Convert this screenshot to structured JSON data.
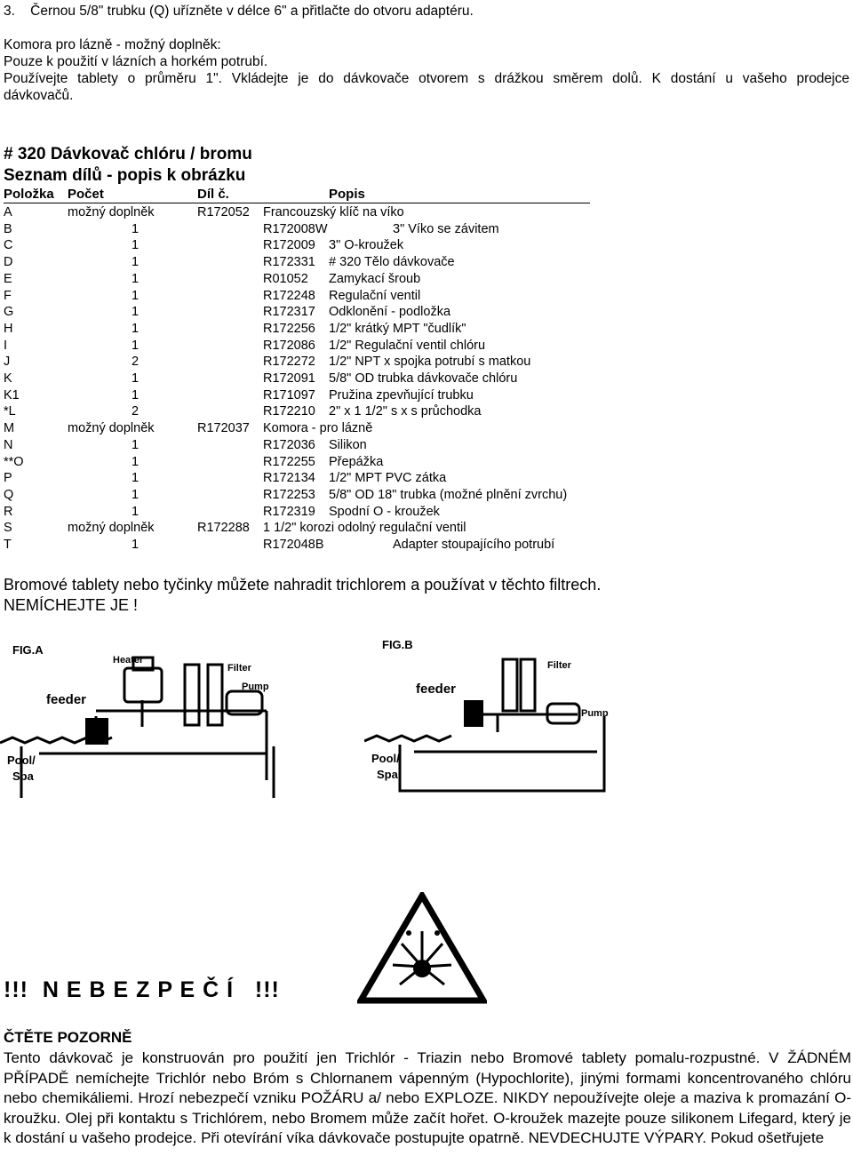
{
  "intro": {
    "step3": "3.    Černou 5/8\" trubku (Q) uřízněte v délce 6\" a přitlačte do otvoru adaptéru.",
    "spa_line1": "Komora pro lázně - možný doplněk:",
    "spa_line2": "Pouze k použití v lázních a horkém potrubí.",
    "spa_line3": "Používejte tablety o průměru 1\". Vkládejte je do dávkovače otvorem s drážkou směrem dolů. K dostání u vašeho prodejce",
    "spa_line4": "dávkovačů."
  },
  "title1": "# 320  Dávkovač chlóru / bromu",
  "title2": "Seznam dílů - popis k obrázku",
  "table": {
    "headers": {
      "item": "Položka",
      "qty": "Počet",
      "part": "Díl č.",
      "desc": "Popis"
    },
    "rows": [
      {
        "item": "A",
        "qty": "možný doplněk",
        "part": "R172052",
        "desc": "Francouzský klíč na víko",
        "opt": true
      },
      {
        "item": "B",
        "qty": "1",
        "part": "R172008W",
        "desc": "3\" Víko se závitem",
        "wide": true
      },
      {
        "item": "C",
        "qty": "1",
        "part": "R172009",
        "desc": "3\" O-kroužek"
      },
      {
        "item": "D",
        "qty": "1",
        "part": "R172331",
        "desc": "# 320 Tělo dávkovače"
      },
      {
        "item": "E",
        "qty": "1",
        "part": "R01052",
        "desc": "Zamykací šroub"
      },
      {
        "item": "F",
        "qty": "1",
        "part": "R172248",
        "desc": "Regulační ventil"
      },
      {
        "item": "G",
        "qty": "1",
        "part": "R172317",
        "desc": "Odklonění - podložka"
      },
      {
        "item": "H",
        "qty": "1",
        "part": "R172256",
        "desc": "1/2\" krátký MPT \"čudlík\""
      },
      {
        "item": "I",
        "qty": "1",
        "part": "R172086",
        "desc": "1/2\" Regulační ventil chlóru"
      },
      {
        "item": "J",
        "qty": "2",
        "part": "R172272",
        "desc": "1/2\" NPT x spojka potrubí s matkou"
      },
      {
        "item": "K",
        "qty": "1",
        "part": "R172091",
        "desc": "5/8\" OD trubka dávkovače chlóru"
      },
      {
        "item": "K1",
        "qty": "1",
        "part": "R171097",
        "desc": "Pružina zpevňující trubku"
      },
      {
        "item": "*L",
        "qty": "2",
        "part": "R172210",
        "desc": "2\" x 1 1/2\" s x s průchodka"
      },
      {
        "item": "M",
        "qty": "možný doplněk",
        "part": "R172037",
        "desc": "Komora - pro lázně",
        "opt": true
      },
      {
        "item": "N",
        "qty": "1",
        "part": "R172036",
        "desc": "Silikon"
      },
      {
        "item": "**O",
        "qty": "1",
        "part": "R172255",
        "desc": "Přepážka"
      },
      {
        "item": "P",
        "qty": "1",
        "part": "R172134",
        "desc": "1/2\" MPT PVC zátka"
      },
      {
        "item": "Q",
        "qty": "1",
        "part": "R172253",
        "desc": "5/8\" OD 18\" trubka (možné plnění zvrchu)"
      },
      {
        "item": "R",
        "qty": "1",
        "part": "R172319",
        "desc": "Spodní O - kroužek"
      },
      {
        "item": "S",
        "qty": "možný doplněk",
        "part": "R172288",
        "desc": "1 1/2\" korozi odolný regulační ventil",
        "opt": true
      },
      {
        "item": "T",
        "qty": "1",
        "part": "R172048B",
        "desc": "Adapter stoupajícího potrubí",
        "wide": true
      }
    ]
  },
  "bromine_note_line1": "Bromové tablety nebo tyčinky můžete nahradit trichlorem a používat v těchto filtrech.",
  "bromine_note_line2": "NEMÍCHEJTE JE !",
  "figures": {
    "a": {
      "label": "FIG.A",
      "heater": "Heater",
      "filter": "Filter",
      "pump": "Pump",
      "feeder": "feeder",
      "pool1": "Pool/",
      "pool2": "Spa"
    },
    "b": {
      "label": "FIG.B",
      "filter": "Filter",
      "pump": "Pump",
      "feeder": "feeder",
      "pool1": "Pool/",
      "pool2": "Spa"
    }
  },
  "danger_title": "!!!  N E B E Z P E Č Í   !!!",
  "read_carefully": "ČTĚTE POZORNĚ",
  "warning_text": "Tento dávkovač je konstruován pro použití jen Trichlór - Triazin nebo Bromové tablety pomalu-rozpustné. V ŽÁDNÉM PŘÍPADĚ nemíchejte Trichlór nebo Bróm s Chlornanem vápenným (Hypochlorite), jinými formami koncentrovaného chlóru nebo chemikáliemi. Hrozí nebezpečí vzniku POŽÁRU a/ nebo EXPLOZE. NIKDY nepoužívejte oleje a maziva k promazání O-kroužku. Olej při kontaktu s Trichlórem, nebo Bromem může začít hořet. O-kroužek mazejte pouze silikonem Lifegard, který je k dostání u vašeho prodejce. Při otevírání víka dávkovače postupujte opatrně. NEVDECHUJTE VÝPARY. Pokud ošetřujete",
  "colors": {
    "text": "#000000",
    "background": "#ffffff"
  },
  "icons": {
    "hazard": "explosive-hazard-icon"
  }
}
